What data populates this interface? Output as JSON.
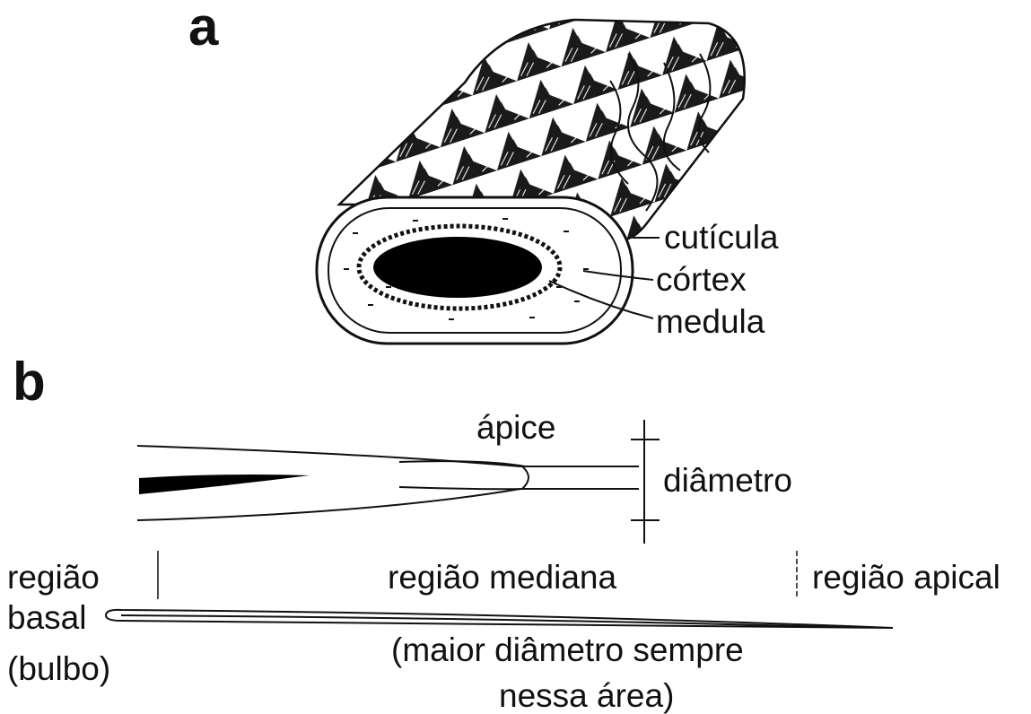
{
  "panel_a": {
    "letter": "a",
    "labels": {
      "cuticula": "cutícula",
      "cortex": "córtex",
      "medula": "medula"
    }
  },
  "panel_b": {
    "letter": "b",
    "labels": {
      "apice": "ápice",
      "diametro": "diâmetro",
      "regiao_basal": [
        "região",
        "basal",
        "(bulbo)"
      ],
      "regiao_mediana": "região mediana",
      "regiao_apical": "região apical",
      "nota_diametro": [
        "(maior diâmetro sempre",
        "nessa área)"
      ]
    }
  }
}
